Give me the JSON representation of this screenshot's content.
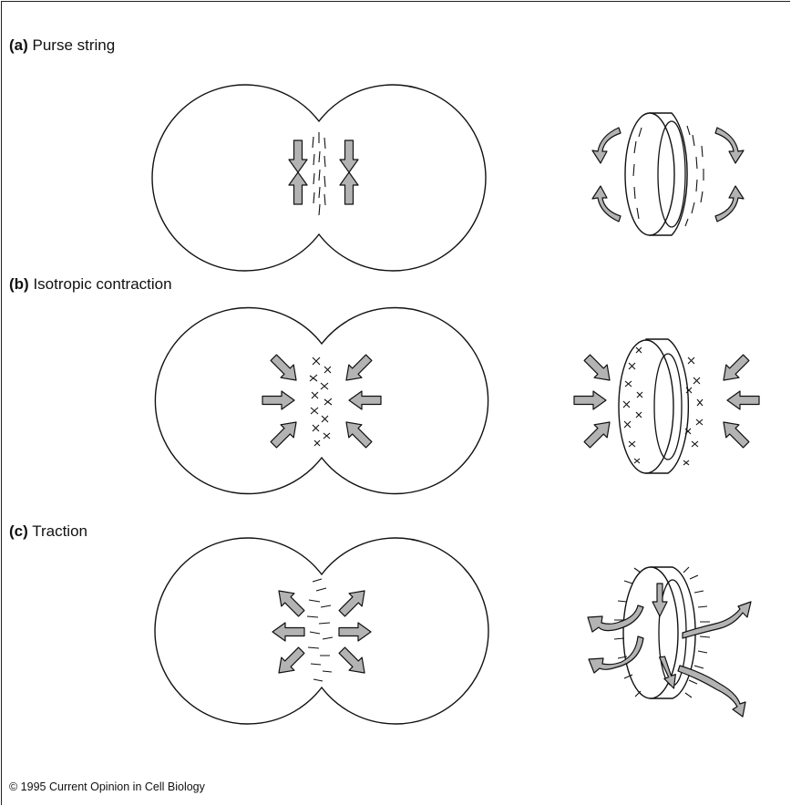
{
  "panels": [
    {
      "letter": "(a)",
      "title": "Purse string"
    },
    {
      "letter": "(b)",
      "title": "Isotropic contraction"
    },
    {
      "letter": "(c)",
      "title": "Traction"
    }
  ],
  "copyright": "© 1995 Current Opinion in Cell Biology",
  "colors": {
    "arrow_fill": "#b3b3b3",
    "line": "#111111",
    "background": "#ffffff"
  }
}
